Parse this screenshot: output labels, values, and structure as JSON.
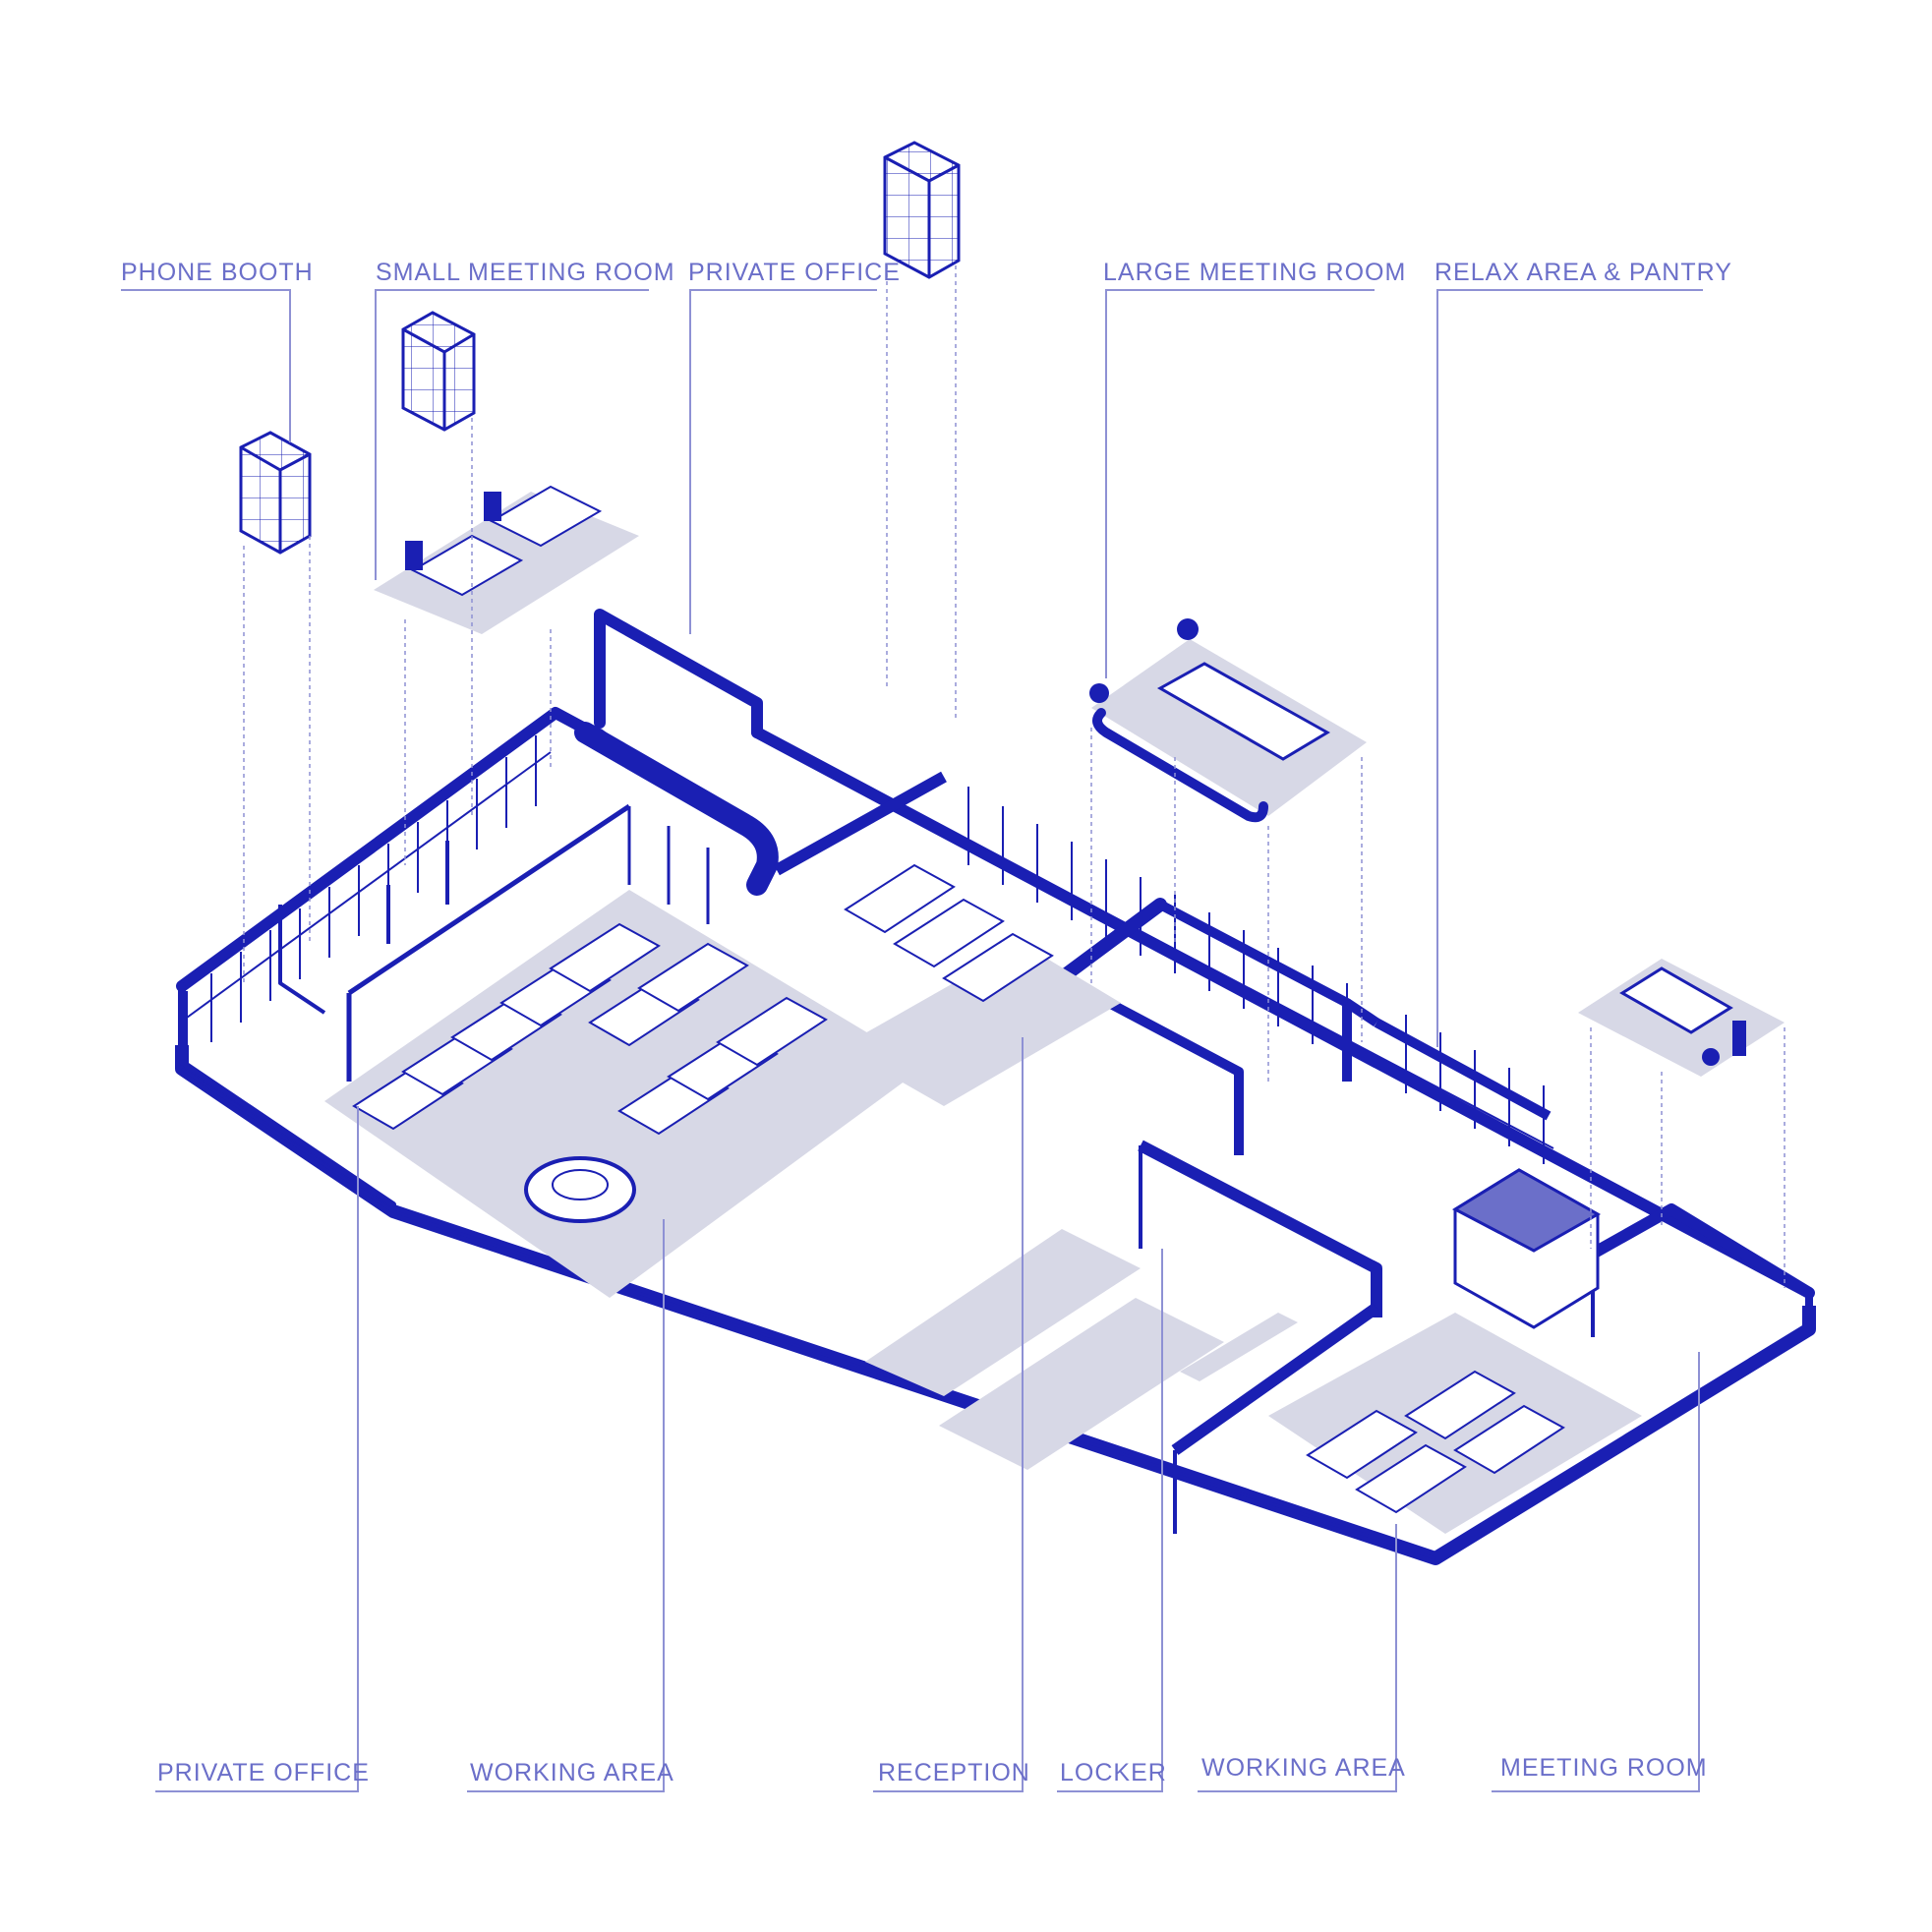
{
  "colors": {
    "ink": "#1a1fb3",
    "label": "#6b6fc9",
    "fill": "#d7d8e6",
    "leader": "#8e91d4"
  },
  "labels": {
    "phone_booth": "PHONE BOOTH",
    "small_meeting_room": "SMALL MEETING ROOM",
    "private_office_top": "PRIVATE OFFICE",
    "large_meeting_room": "LARGE MEETING ROOM",
    "relax_area_pantry": "RELAX AREA & PANTRY",
    "private_office_bottom": "PRIVATE OFFICE",
    "working_area_left": "WORKING AREA",
    "reception": "RECEPTION",
    "locker": "LOCKER",
    "working_area_right": "WORKING AREA",
    "meeting_room": "MEETING ROOM"
  }
}
